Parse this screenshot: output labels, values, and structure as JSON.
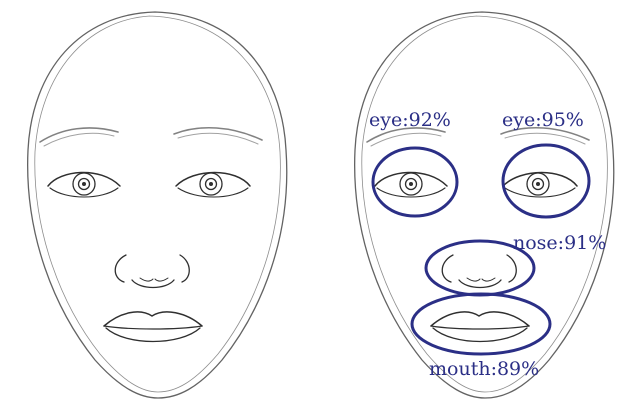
{
  "colors": {
    "sketch": "#2f2f2f",
    "annotation": "#2b2f86",
    "background": "#ffffff"
  },
  "detections": [
    {
      "label": "eye:92%",
      "feature": "eye"
    },
    {
      "label": "eye:95%",
      "feature": "eye"
    },
    {
      "label": "nose:91%",
      "feature": "nose"
    },
    {
      "label": "mouth:89%",
      "feature": "mouth"
    }
  ]
}
